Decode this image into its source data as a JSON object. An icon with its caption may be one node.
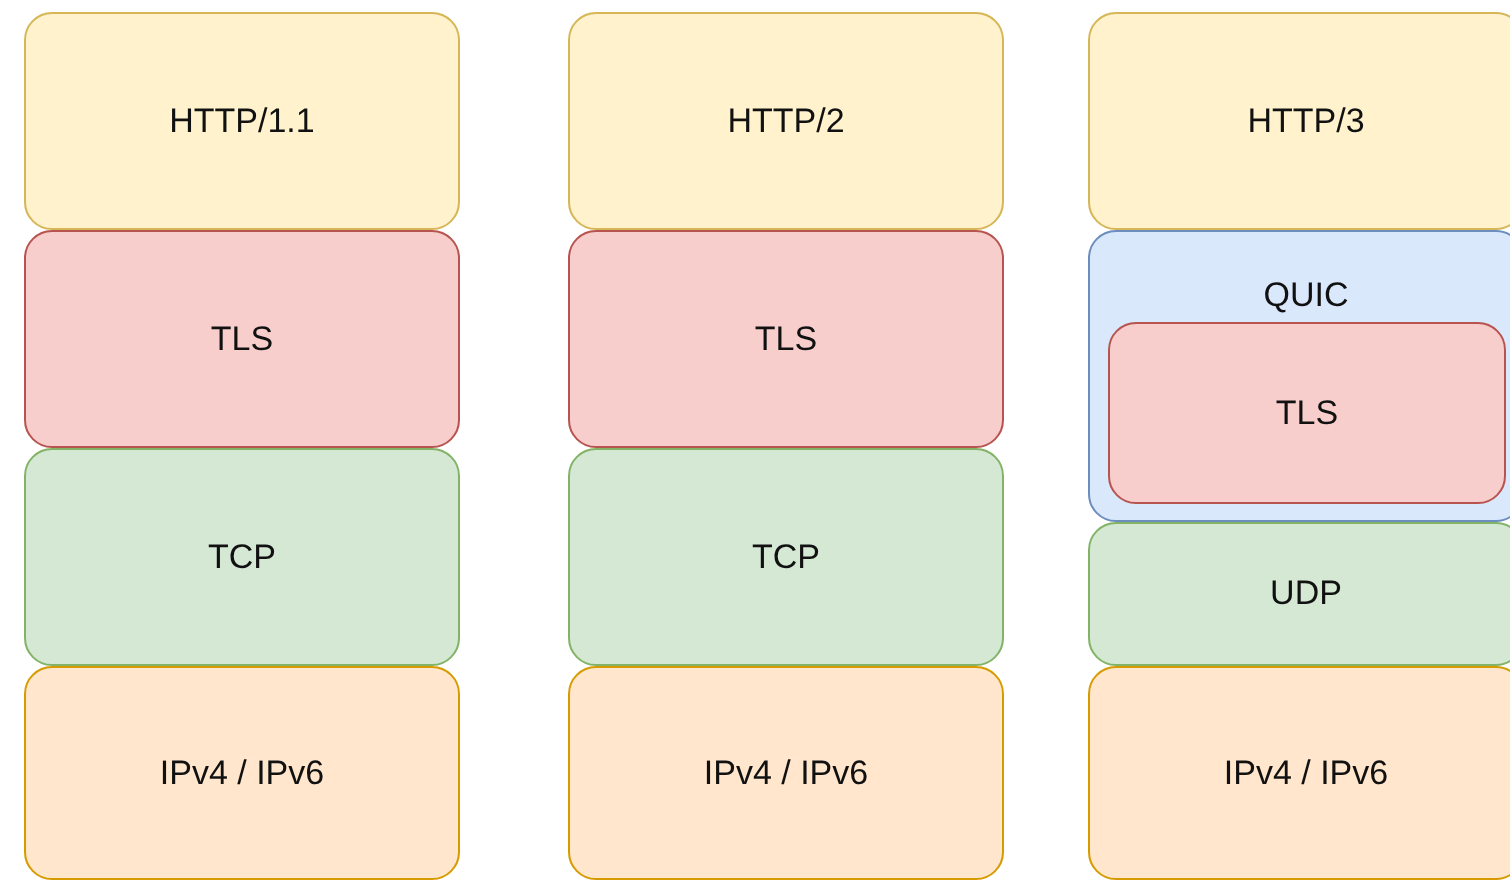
{
  "diagram": {
    "nodes": [
      {
        "text": [
          "HTTP/1.1"
        ]
      },
      {
        "text": [
          "TLS"
        ]
      },
      {
        "text": [
          "TCP"
        ]
      },
      {
        "text": [
          "IPv4 / IPv6"
        ]
      },
      {
        "text": [
          "HTTP/2"
        ]
      },
      {
        "text": [
          "TLS"
        ]
      },
      {
        "text": [
          "TCP"
        ]
      },
      {
        "text": [
          "IPv4 / IPv6"
        ]
      },
      {
        "text": [
          "HTTP/3"
        ]
      },
      {
        "text": [
          "QUIC"
        ]
      },
      {
        "text": [
          "TLS"
        ],
        "in": 9
      },
      {
        "text": [
          "UDP"
        ]
      },
      {
        "text": [
          "IPv4 / IPv6"
        ]
      }
    ]
  }
}
